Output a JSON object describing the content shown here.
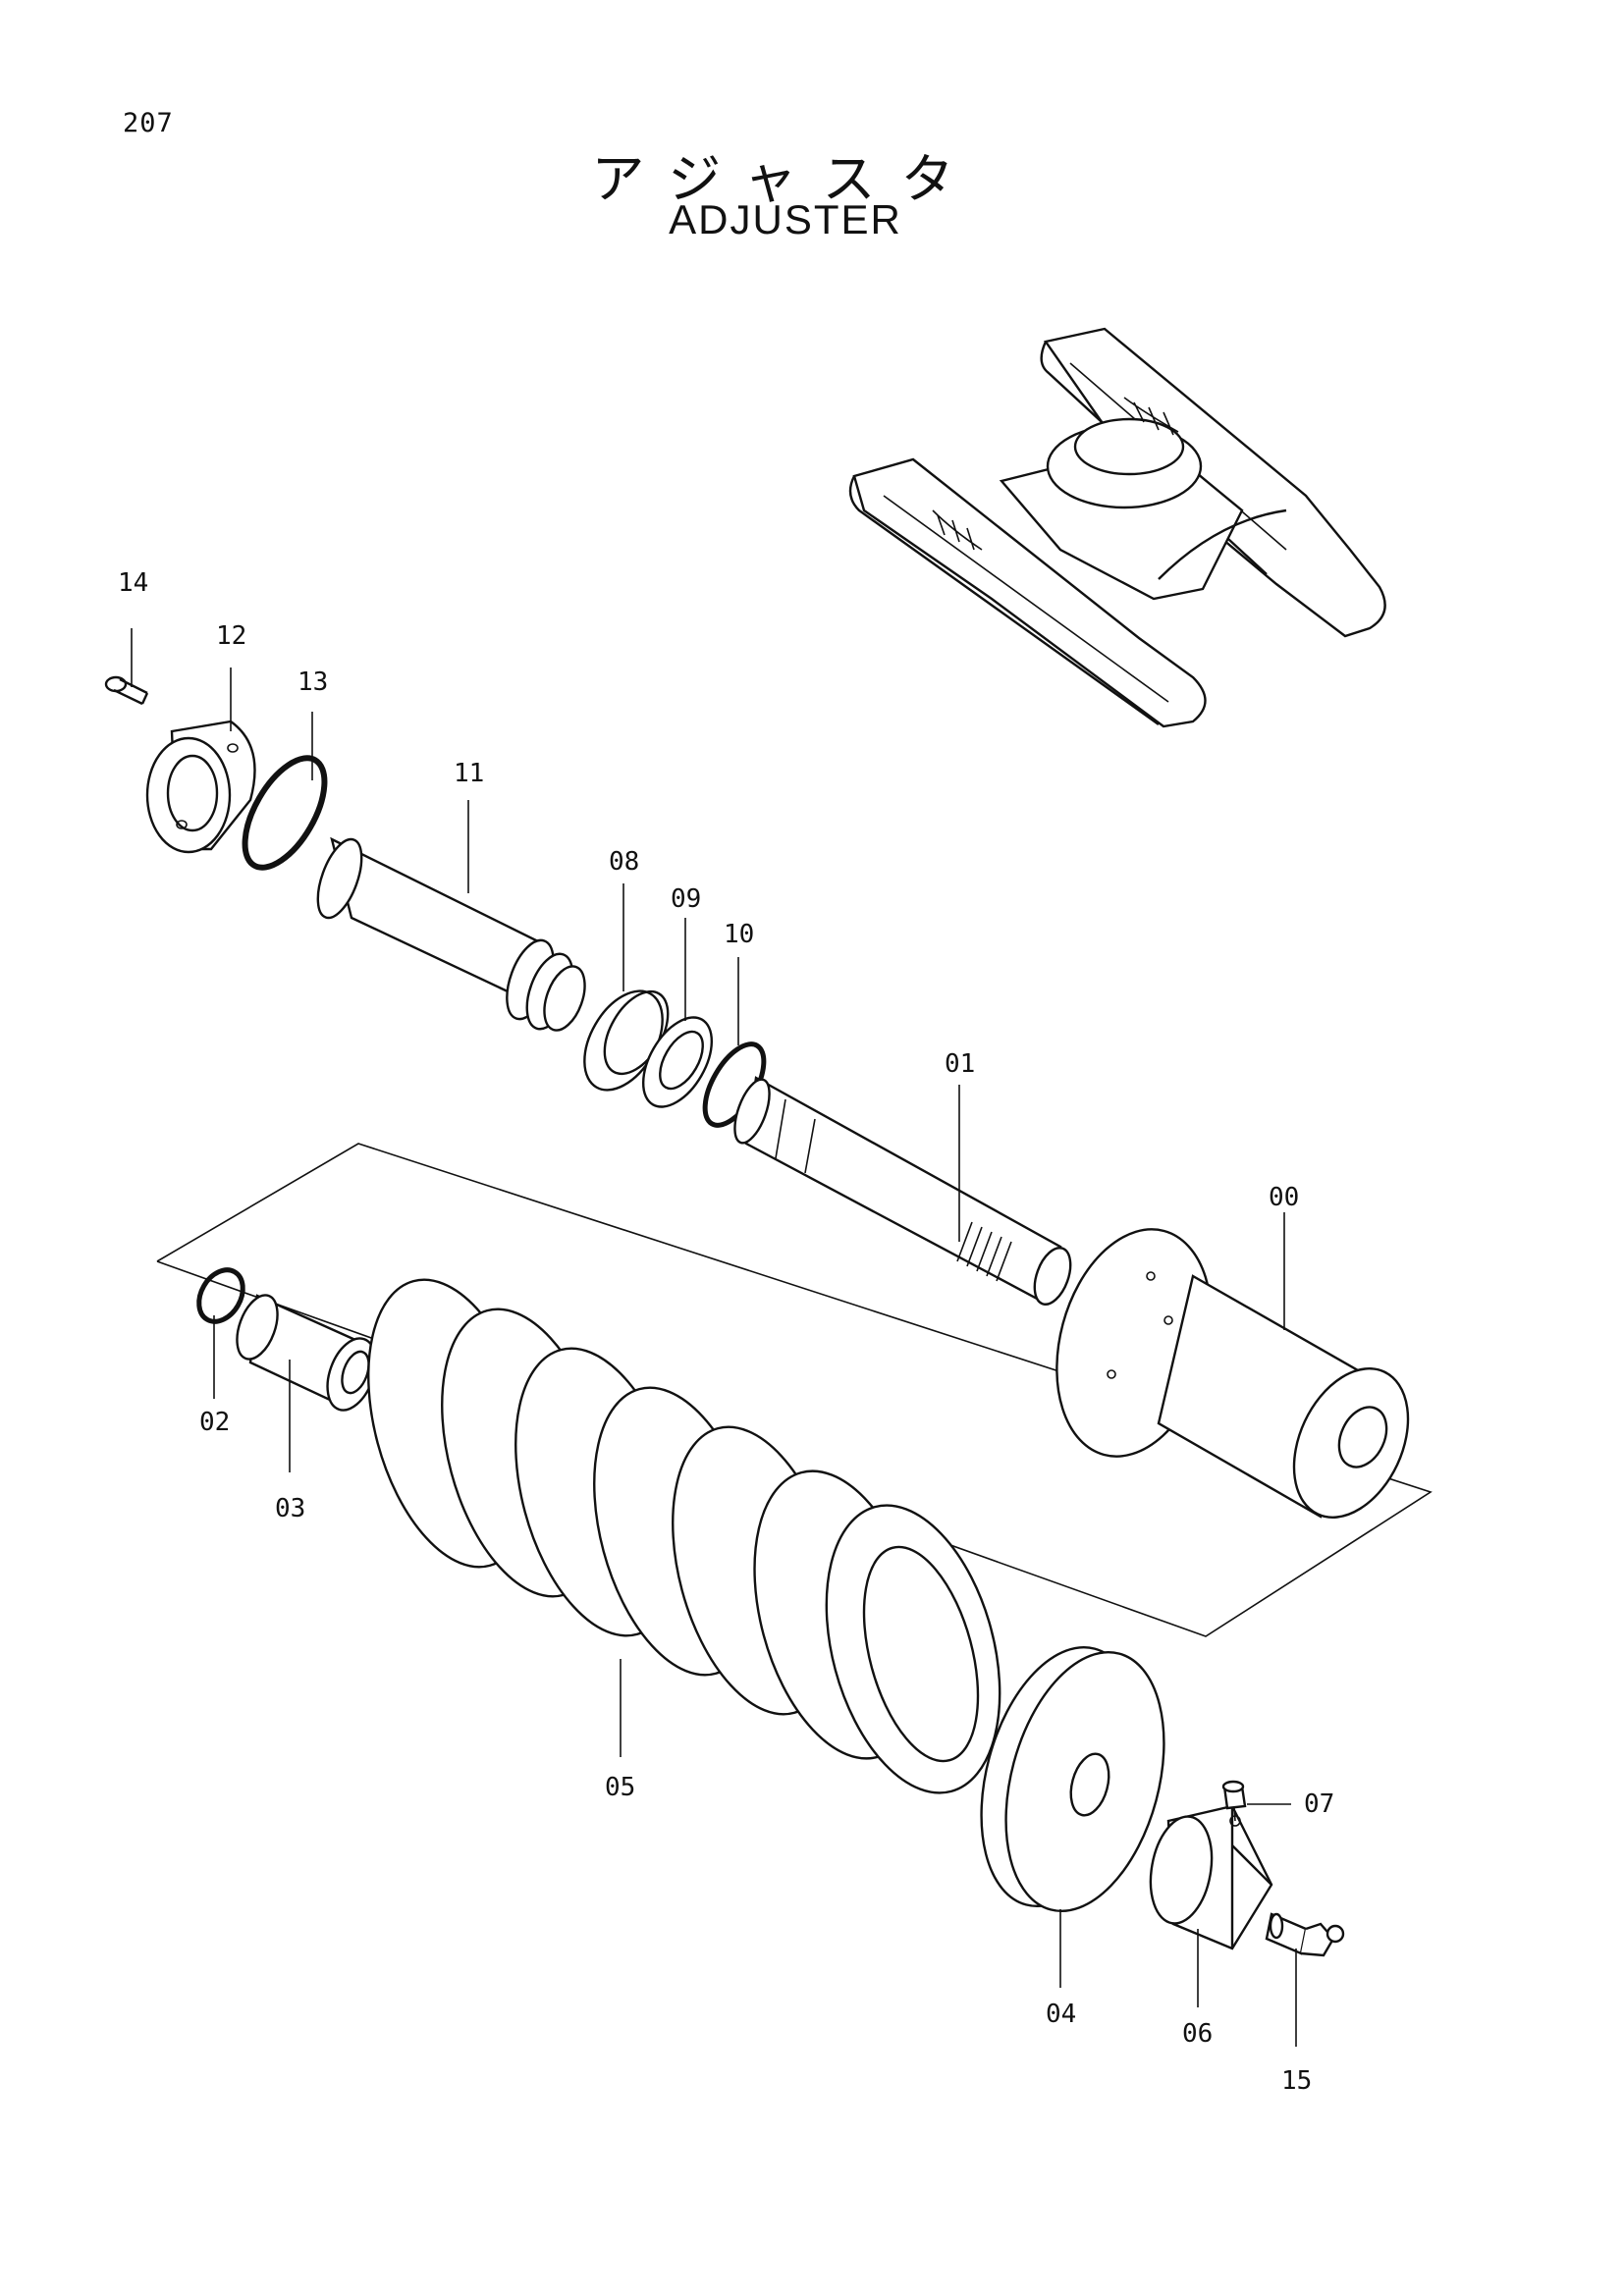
{
  "page": {
    "number": "207"
  },
  "title": {
    "japanese": "アジャスタ",
    "english": "ADJUSTER"
  },
  "callouts": [
    {
      "id": "14",
      "part": "bolt"
    },
    {
      "id": "12",
      "part": "flange"
    },
    {
      "id": "13",
      "part": "o-ring"
    },
    {
      "id": "11",
      "part": "cylinder"
    },
    {
      "id": "08",
      "part": "ring"
    },
    {
      "id": "09",
      "part": "seal"
    },
    {
      "id": "10",
      "part": "snap-ring"
    },
    {
      "id": "01",
      "part": "rod"
    },
    {
      "id": "00",
      "part": "adjuster-assembly"
    },
    {
      "id": "02",
      "part": "o-ring"
    },
    {
      "id": "03",
      "part": "spacer"
    },
    {
      "id": "05",
      "part": "spring"
    },
    {
      "id": "07",
      "part": "screw"
    },
    {
      "id": "04",
      "part": "spring-seat"
    },
    {
      "id": "06",
      "part": "nut"
    },
    {
      "id": "15",
      "part": "grease-fitting"
    }
  ]
}
